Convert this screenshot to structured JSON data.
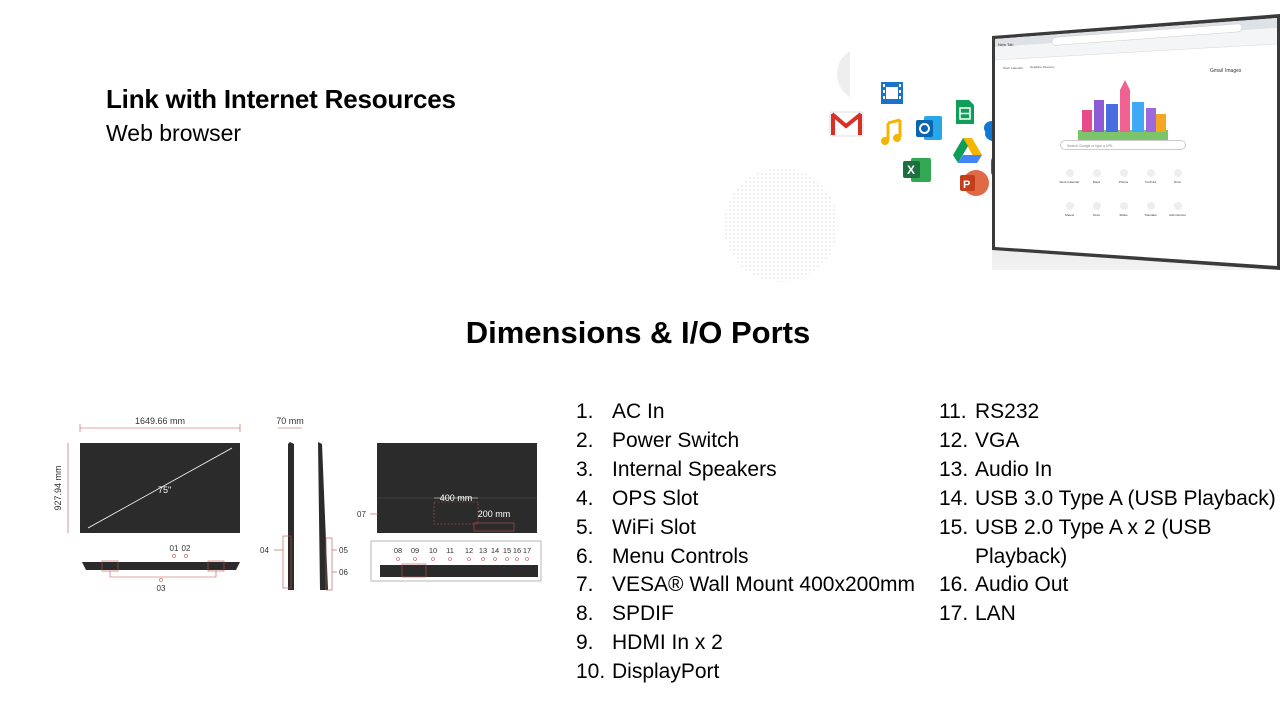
{
  "header": {
    "title": "Link with Internet Resources",
    "subtitle": "Web browser"
  },
  "section_title": "Dimensions & I/O Ports",
  "ports_left": [
    {
      "num": "1.",
      "label": "AC In"
    },
    {
      "num": "2.",
      "label": "Power Switch"
    },
    {
      "num": "3.",
      "label": "Internal Speakers"
    },
    {
      "num": "4.",
      "label": "OPS Slot"
    },
    {
      "num": "5.",
      "label": "WiFi Slot"
    },
    {
      "num": "6.",
      "label": "Menu Controls"
    },
    {
      "num": "7.",
      "label": "VESA® Wall Mount 400x200mm"
    },
    {
      "num": "8.",
      "label": "SPDIF"
    },
    {
      "num": "9.",
      "label": "HDMI In x 2"
    },
    {
      "num": "10.",
      "label": "DisplayPort"
    }
  ],
  "ports_right": [
    {
      "num": "11.",
      "label": "RS232"
    },
    {
      "num": "12.",
      "label": "VGA"
    },
    {
      "num": "13.",
      "label": "Audio In"
    },
    {
      "num": "14.",
      "label": "USB 3.0 Type A (USB Playback)"
    },
    {
      "num": "15.",
      "label": "USB 2.0 Type A x 2 (USB Playback)"
    },
    {
      "num": "16.",
      "label": "Audio Out"
    },
    {
      "num": "17.",
      "label": "LAN"
    }
  ],
  "diagram": {
    "width_label": "1649.66 mm",
    "height_label": "927.94 mm",
    "size_label": "75\"",
    "depth_label": "70 mm",
    "vesa_w_label": "400 mm",
    "vesa_h_label": "200 mm",
    "callouts": {
      "c01": "01",
      "c02": "02",
      "c03": "03",
      "c04": "04",
      "c05": "05",
      "c06": "06",
      "c07": "07",
      "c08": "08",
      "c09": "09",
      "c10": "10",
      "c11": "11",
      "c12": "12",
      "c13": "13",
      "c14": "14",
      "c15": "15",
      "c16": "16",
      "c17": "17"
    }
  },
  "browser": {
    "tab_label": "New Tab",
    "bookmark1": "Work Calendar",
    "bookmark2": "Headline Directory",
    "link_gmail": "Gmail",
    "link_images": "Images",
    "search_placeholder": "Search Google or type a URL",
    "shortcuts": [
      "Work Calendar",
      "Maps",
      "Photos",
      "YouTube",
      "Drive",
      "Sheets",
      "Docs",
      "Slides",
      "Translate",
      "Add shortcut"
    ]
  },
  "app_icons": [
    "gmail-icon",
    "video-icon",
    "music-icon",
    "outlook-icon",
    "sheets-icon",
    "drive-icon",
    "onedrive-icon",
    "excel-icon",
    "powerpoint-icon",
    "youtube-icon",
    "word-icon"
  ],
  "colors": {
    "gmail": "#d93025",
    "sheets": "#0f9d58",
    "outlook": "#0a64b0",
    "excel": "#1d6f42",
    "powerpoint": "#d24726",
    "youtube": "#e62117",
    "word": "#2b579a",
    "onedrive": "#0f78d4",
    "accent_red": "#c0504d"
  }
}
